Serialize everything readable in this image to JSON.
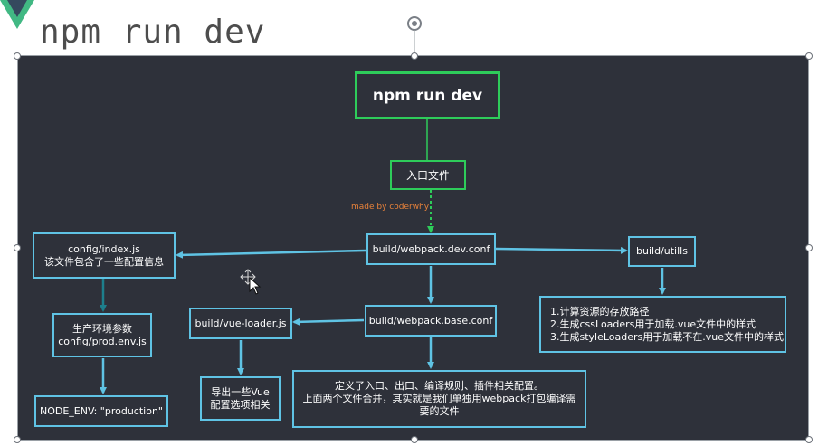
{
  "slide": {
    "title": "npm run dev",
    "credit": "made by coderwhy"
  },
  "colors": {
    "slide_bg": "#2e313a",
    "box_border": "#5fc3e4",
    "green": "#2ecc5a",
    "dark_teal": "#1d7f8c",
    "credit": "#e8823a"
  },
  "icons": [
    "vue-logo-icon",
    "rotate-handle-icon",
    "move-cursor-icon"
  ],
  "boxes": {
    "npm_run_dev": {
      "lines": [
        "npm run dev"
      ]
    },
    "entry": {
      "lines": [
        "入口文件"
      ]
    },
    "config_index": {
      "lines": [
        "config/index.js",
        "该文件包含了一些配置信息"
      ]
    },
    "dev_conf": {
      "lines": [
        "build/webpack.dev.conf"
      ]
    },
    "utils": {
      "lines": [
        "build/utills"
      ]
    },
    "prod_env": {
      "lines": [
        "生产环境参数",
        "config/prod.env.js"
      ]
    },
    "vue_loader": {
      "lines": [
        "build/vue-loader.js"
      ]
    },
    "base_conf": {
      "lines": [
        "build/webpack.base.conf"
      ]
    },
    "utils_desc": {
      "lines": [
        "1.计算资源的存放路径",
        "2.生成cssLoaders用于加载.vue文件中的样式",
        "3.生成styleLoaders用于加载不在.vue文件中的样式"
      ]
    },
    "node_env": {
      "lines": [
        "NODE_ENV: \"production\""
      ]
    },
    "vue_options": {
      "lines": [
        "导出一些Vue",
        "配置选项相关"
      ]
    },
    "base_desc": {
      "lines": [
        "定义了入口、出口、编译规则、插件相关配置。",
        "上面两个文件合并，其实就是我们单独用webpack打包编译需",
        "要的文件"
      ]
    }
  }
}
